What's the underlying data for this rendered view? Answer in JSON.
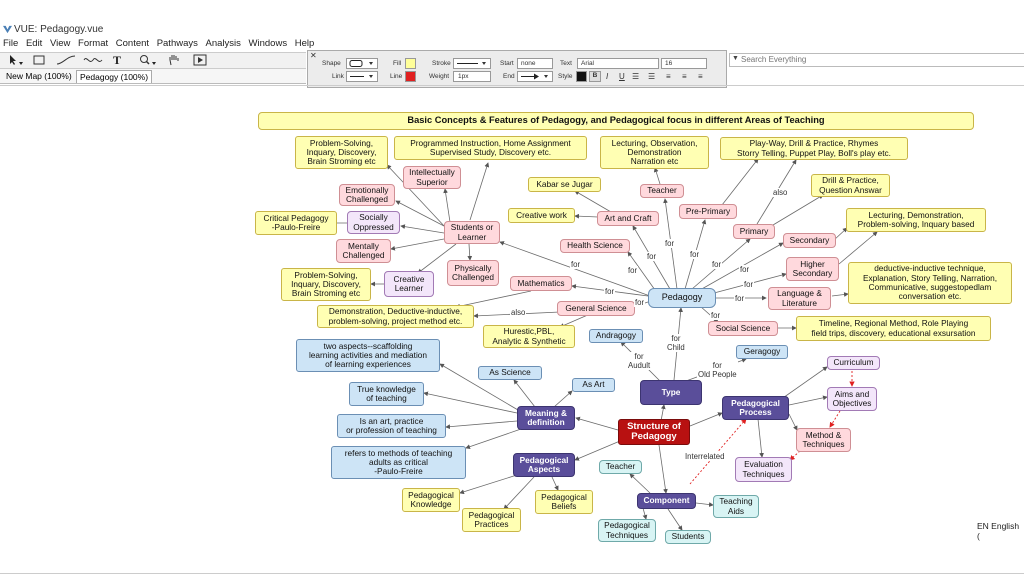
{
  "window": {
    "title": "VUE: Pedagogy.vue"
  },
  "menu": [
    "File",
    "Edit",
    "View",
    "Format",
    "Content",
    "Pathways",
    "Analysis",
    "Windows",
    "Help"
  ],
  "toolbar": {
    "text_tool": "T"
  },
  "tabs": [
    {
      "label": "New Map (100%)"
    },
    {
      "label": "Pedagogy (100%)"
    }
  ],
  "format": {
    "shape": "Shape",
    "link": "Link",
    "fill": "Fill",
    "line": "Line",
    "stroke": "Stroke",
    "weight": "Weight",
    "weight_value": "1px",
    "start": "Start",
    "start_value": "none",
    "end": "End",
    "text": "Text",
    "font_value": "Arial",
    "size_value": "16",
    "style": "Style",
    "bold": "B",
    "italic": "I",
    "underline": "U",
    "fill_color": "#ffff99",
    "line_color": "#e02020"
  },
  "search": {
    "placeholder": "Search Everything"
  },
  "system": {
    "lang": "EN English ("
  },
  "map": {
    "title": "Basic Concepts & Features of Pedagogy, and Pedagogical focus in different Areas of Teaching",
    "nodes": {
      "pedagogy": "Pedagogy",
      "students_learner": "Students or\nLearner",
      "teacher": "Teacher",
      "art_craft": "Art and Craft",
      "pre_primary": "Pre-Primary",
      "primary": "Primary",
      "secondary": "Secondary",
      "higher_secondary": "Higher\nSecondary",
      "language_literature": "Language &\nLiterature",
      "social_science": "Social Science",
      "general_science": "General Science",
      "mathematics": "Mathematics",
      "health_science": "Health Science",
      "intellectually_superior": "Intellectually\nSuperior",
      "emotionally_challenged": "Emotionally\nChallenged",
      "socially_oppressed": "Socially\nOppressed",
      "mentally_challenged": "Mentally\nChallenged",
      "creative_learner": "Creative\nLearner",
      "physically_challenged": "Physically\nChallenged",
      "problem_solving_1": "Problem-Solving,\nInquary, Discovery,\nBrain Stroming etc",
      "programmed_instruction": "Programmed Instruction, Home Assignment\nSupervised Study, Discovery etc.",
      "lecturing_observation": "Lecturing, Observation,\nDemonstration\nNarration etc",
      "play_way": "Play-Way, Drill & Practice, Rhymes\nStorry Telling, Puppet Play, Boll's play etc.",
      "drill_practice": "Drill & Practice,\nQuestion Answar",
      "kabar": "Kabar se Jugar",
      "creative_work": "Creative work",
      "critical_pedagogy": "Critical Pedagogy\n-Paulo-Freire",
      "lecturing_demo": "Lecturing, Demonstration,\nProblem-solving, Inquary based",
      "deductive_inductive": "deductive-inductive technique,\nExplanation, Story Telling, Narration,\nCommunicative, suggestopedlam\nconversation etc.",
      "problem_solving_2": "Problem-Solving,\nInquary, Discovery,\nBrain Stroming etc",
      "demonstration_deductive": "Demonstration, Deductive-inductive,\nproblem-solving, project method etc.",
      "hurestic": "Hurestic,PBL,\nAnalytic & Synthetic",
      "timeline": "Timeline, Regional Method, Role Playing\nfield trips, discovery, educational exsursation",
      "andragogy": "Andragogy",
      "geragogy": "Geragogy",
      "type": "Type",
      "structure": "Structure of\nPedagogy",
      "pedagogical_process": "Pedagogical\nProcess",
      "curriculum": "Curriculum",
      "aims_objectives": "Aims and\nObjectives",
      "method_techniques": "Method &\nTechniques",
      "evaluation_techniques": "Evaluation\nTechniques",
      "meaning_definition": "Meaning &\ndefinition",
      "two_aspects": "two aspects--scaffolding\nlearning activities and mediation\nof learning experiences",
      "true_knowledge": "True knowledge\nof teaching",
      "as_science": "As Science",
      "as_art": "As Art",
      "art_practice": "Is an art, practice\nor profession of teaching",
      "refers_methods": "refers to methods of teaching\nadults as critical\n-Paulo-Freire",
      "pedagogical_aspects": "Pedagogical\nAspects",
      "pedagogical_knowledge": "Pedagogical\nKnowledge",
      "pedagogical_practices": "Pedagogical\nPractices",
      "pedagogical_beliefs": "Pedagogical\nBeliefs",
      "teacher_comp": "Teacher",
      "component": "Component",
      "teaching_aids": "Teaching\nAids",
      "pedagogical_techniques": "Pedagogical\nTechniques",
      "students": "Students"
    },
    "labels": {
      "for_hs": "for",
      "for_math": "for",
      "for_gs": "for",
      "for_social": "for",
      "for_lang": "for",
      "for_art": "for",
      "for_teacher": "for",
      "for_pre": "for",
      "for_primary": "for",
      "for_secondary": "for",
      "for_higher": "for",
      "for_pedagogy_students": "for",
      "also_1": "also",
      "also_2": "also",
      "for_child": "for\nChild",
      "for_audult": "for\nAudult",
      "for_old": "for\nOld People",
      "interrelated": "Interrelated"
    }
  }
}
